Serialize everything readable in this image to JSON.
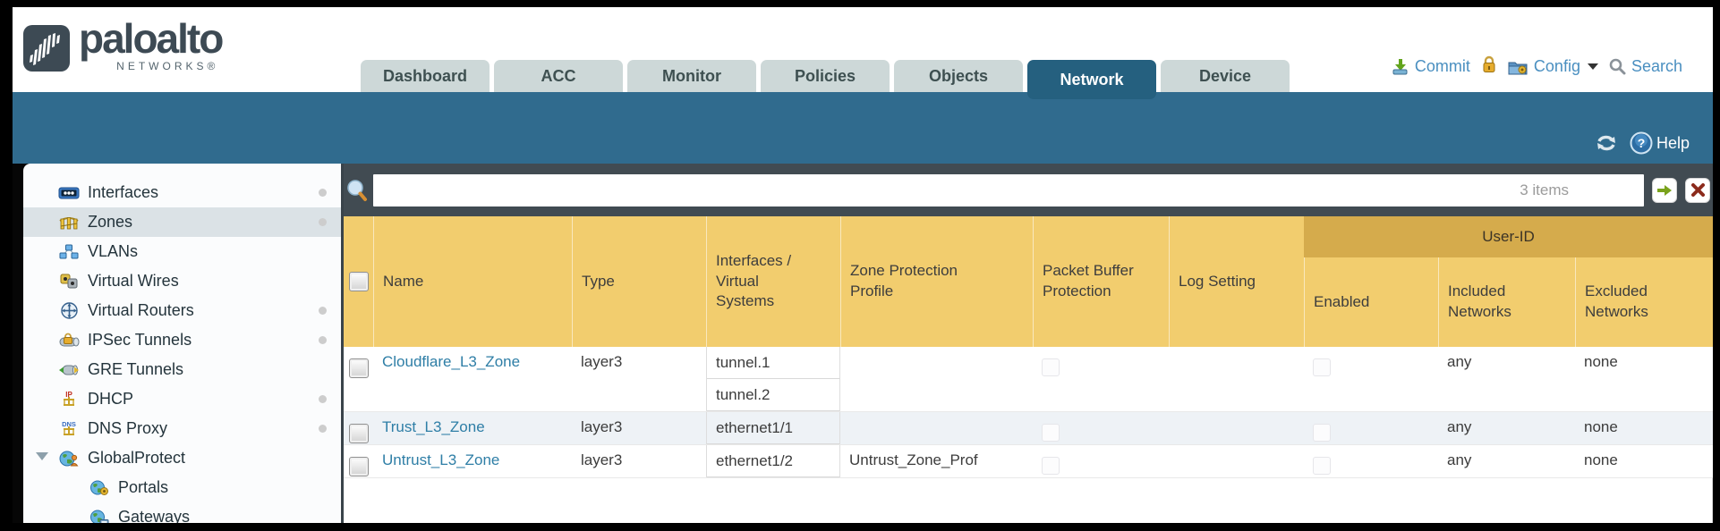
{
  "header": {
    "logo": {
      "brand": "paloalto",
      "sub": "NETWORKS®"
    },
    "tabs": [
      {
        "label": "Dashboard",
        "active": false
      },
      {
        "label": "ACC",
        "active": false
      },
      {
        "label": "Monitor",
        "active": false
      },
      {
        "label": "Policies",
        "active": false
      },
      {
        "label": "Objects",
        "active": false
      },
      {
        "label": "Network",
        "active": true
      },
      {
        "label": "Device",
        "active": false
      }
    ],
    "utilities": {
      "commit_label": "Commit",
      "config_label": "Config",
      "search_label": "Search"
    }
  },
  "banner": {
    "help_label": "Help"
  },
  "sidebar": {
    "items": [
      {
        "label": "Interfaces",
        "icon": "interfaces-icon",
        "dot": true,
        "selected": false,
        "indent": 0
      },
      {
        "label": "Zones",
        "icon": "zones-icon",
        "dot": true,
        "selected": true,
        "indent": 0
      },
      {
        "label": "VLANs",
        "icon": "vlans-icon",
        "dot": false,
        "selected": false,
        "indent": 0
      },
      {
        "label": "Virtual Wires",
        "icon": "virtual-wires-icon",
        "dot": false,
        "selected": false,
        "indent": 0
      },
      {
        "label": "Virtual Routers",
        "icon": "virtual-routers-icon",
        "dot": true,
        "selected": false,
        "indent": 0
      },
      {
        "label": "IPSec Tunnels",
        "icon": "ipsec-tunnels-icon",
        "dot": true,
        "selected": false,
        "indent": 0
      },
      {
        "label": "GRE Tunnels",
        "icon": "gre-tunnels-icon",
        "dot": false,
        "selected": false,
        "indent": 0
      },
      {
        "label": "DHCP",
        "icon": "dhcp-icon",
        "dot": true,
        "selected": false,
        "indent": 0
      },
      {
        "label": "DNS Proxy",
        "icon": "dns-proxy-icon",
        "dot": true,
        "selected": false,
        "indent": 0
      },
      {
        "label": "GlobalProtect",
        "icon": "globalprotect-icon",
        "dot": false,
        "selected": false,
        "indent": 0,
        "expanded": true
      },
      {
        "label": "Portals",
        "icon": "portals-icon",
        "dot": false,
        "selected": false,
        "indent": 1
      },
      {
        "label": "Gateways",
        "icon": "gateways-icon",
        "dot": false,
        "selected": false,
        "indent": 1
      }
    ]
  },
  "toolbar": {
    "filter_value": "",
    "items_count": "3 items"
  },
  "table": {
    "group_header": "User-ID",
    "columns": [
      "Name",
      "Type",
      "Interfaces / Virtual Systems",
      "Zone Protection Profile",
      "Packet Buffer Protection",
      "Log Setting",
      "Enabled",
      "Included Networks",
      "Excluded Networks"
    ],
    "rows": [
      {
        "name": "Cloudflare_L3_Zone",
        "type": "layer3",
        "interfaces": [
          "tunnel.1",
          "tunnel.2"
        ],
        "zone_protection_profile": "",
        "log_setting": "",
        "included_networks": "any",
        "excluded_networks": "none"
      },
      {
        "name": "Trust_L3_Zone",
        "type": "layer3",
        "interfaces": [
          "ethernet1/1"
        ],
        "zone_protection_profile": "",
        "log_setting": "",
        "included_networks": "any",
        "excluded_networks": "none"
      },
      {
        "name": "Untrust_L3_Zone",
        "type": "layer3",
        "interfaces": [
          "ethernet1/2"
        ],
        "zone_protection_profile": "Untrust_Zone_Prof",
        "log_setting": "",
        "included_networks": "any",
        "excluded_networks": "none"
      }
    ]
  },
  "colors": {
    "banner_blue": "#306b8e",
    "active_tab_blue": "#25607f",
    "tab_gray": "#cdd8d8",
    "toolbar_slate": "#414b52",
    "header_gold": "#f2cd6e",
    "userid_band_gold": "#d5ab4c",
    "link_blue": "#2e7ea6",
    "utility_link_blue": "#4a8fc0"
  }
}
